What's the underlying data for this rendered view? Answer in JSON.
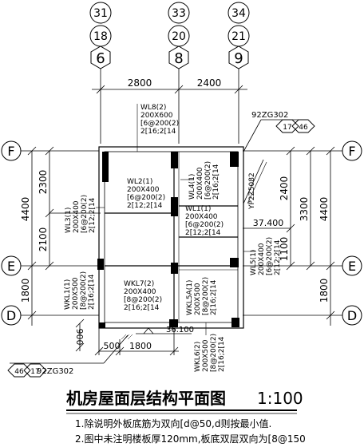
{
  "axis_columns": [
    {
      "top": "31",
      "mid": "18",
      "bottom": "6"
    },
    {
      "top": "33",
      "mid": "20",
      "bottom": "8"
    },
    {
      "top": "34",
      "mid": "21",
      "bottom": "9"
    }
  ],
  "axis_rows": [
    "F",
    "E",
    "D"
  ],
  "dims": {
    "top_span_1": "2800",
    "top_span_2": "2400",
    "left_F_E_upper": "2300",
    "left_F_E_lower": "2100",
    "left_total": "4400",
    "left_E_D": "1800",
    "right_inner_1": "2400",
    "right_inner_2": "1100",
    "right_mid": "3300",
    "right_total": "4400",
    "right_E_D": "1800",
    "bottom_offset": "500",
    "bottom_span": "1800",
    "bottom_side": "900",
    "elev_top": "37.400",
    "elev_bottom": "36.100"
  },
  "callouts": {
    "top_ref": "92ZG302",
    "top_left_num": "17",
    "top_right_num": "46",
    "bottom_ref": "92ZG302",
    "bottom_left_num": "46",
    "bottom_right_num": "17"
  },
  "beams": {
    "wl8": [
      "WL8(2)",
      "200X600",
      "[6@200(2)",
      "2[16;2[14"
    ],
    "wl2": [
      "WL2(1)",
      "200X400",
      "[6@200(2)",
      "2[12;2[14"
    ],
    "wl4": [
      "WL4(1)",
      "200X400",
      "[6@200(2)",
      "2[16;2[14"
    ],
    "wl1": [
      "WL1(1)",
      "200X400",
      "[6@200(2)",
      "2[12;2[14"
    ],
    "wl3": [
      "WL3(1)",
      "200X400",
      "[6@200(2)",
      "2[12;2[14"
    ],
    "wl5": [
      "WL5(1)",
      "200X400",
      "[6@200(2)",
      "2[12;2[14"
    ],
    "wkl7": [
      "WKL7(2)",
      "200X400",
      "[8@200(2)",
      "2[16;2[14"
    ],
    "wkl1": [
      "WKL1(1)",
      "200X500",
      "[8@200(2)",
      "2[16;2[14"
    ],
    "wkl5a": [
      "WKL5A(1)",
      "200X500",
      "[8@200(2)",
      "2[16;2[14"
    ],
    "wkl6": [
      "WKL6(2)",
      "200X500",
      "[8@200(2)",
      "2[16;2[14"
    ],
    "slab_tag": "YP2Z5082"
  },
  "title": "机房屋面层结构平面图",
  "scale": "1:100",
  "notes": {
    "n1": "1.除说明外板底筋为双向[d@50,d则按最小值.",
    "n2": "2.图中未注明楼板厚120mm,板底双层双向为[8@150"
  }
}
